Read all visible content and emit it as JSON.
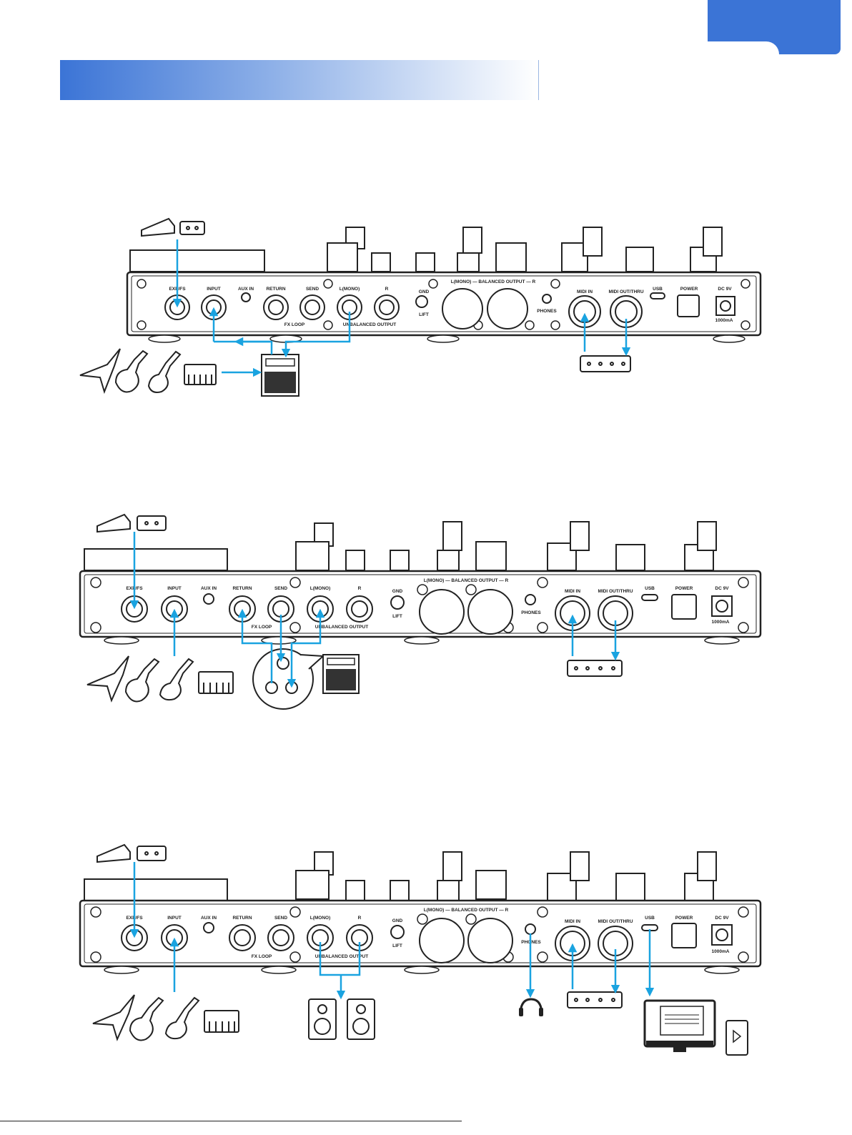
{
  "panel_labels": {
    "exp_fs": "EXP/FS",
    "input": "INPUT",
    "aux_in": "AUX IN",
    "return": "RETURN",
    "send": "SEND",
    "l_mono": "L(MONO)",
    "r": "R",
    "gnd": "GND",
    "lift": "LIFT",
    "balanced_output": "L(MONO) — BALANCED OUTPUT — R",
    "phones": "PHONES",
    "midi_in": "MIDI IN",
    "midi_out_thru": "MIDI OUT/THRU",
    "usb": "USB",
    "power": "POWER",
    "dc9v": "DC 9V",
    "current": "1000mA",
    "fx_loop": "FX LOOP",
    "unbalanced_output": "UNBALANCED OUTPUT"
  },
  "colors": {
    "accent_blue": "#3b74d6",
    "cable": "#1aa3e0",
    "line": "#222222"
  }
}
